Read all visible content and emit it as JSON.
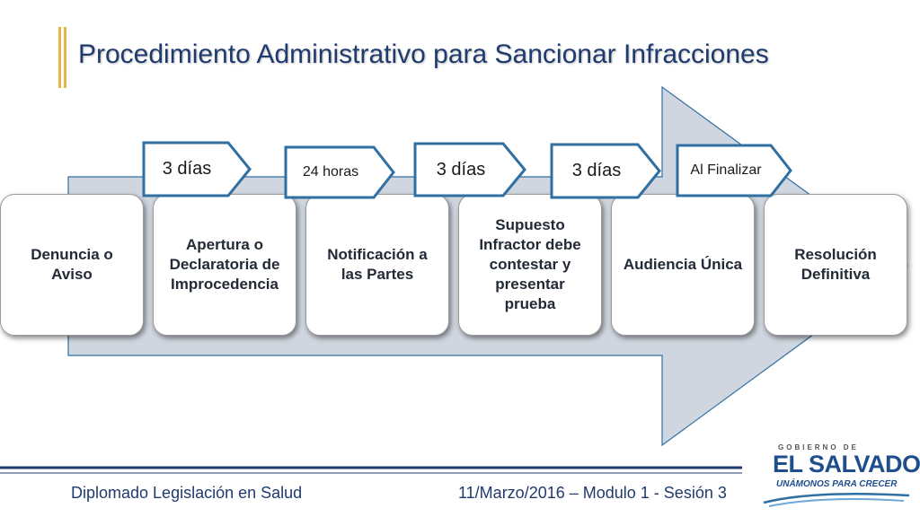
{
  "title": "Procedimiento Administrativo para Sancionar Infracciones",
  "steps": [
    "Denuncia o Aviso",
    "Apertura o Declaratoria de Improcedencia",
    "Notificación a las Partes",
    "Supuesto Infractor debe contestar y presentar prueba",
    "Audiencia Única",
    "Resolución Definitiva"
  ],
  "durations": [
    "3 días",
    "24 horas",
    "3 días",
    "3 días",
    "Al Finalizar"
  ],
  "footer": {
    "course": "Diplomado Legislación en Salud",
    "session": "11/Marzo/2016 – Modulo 1 - Sesión 3"
  },
  "logo": {
    "top": "GOBIERNO DE",
    "name": "EL SALVADOR",
    "slogan": "UNÁMONOS PARA CRECER"
  },
  "colors": {
    "title": "#1f3b6e",
    "accent_bars": "#e2b84a",
    "arrow_fill": "#d0d6df",
    "arrow_stroke": "#2f6fa1",
    "tag_border": "#2f6fa1",
    "footer_text": "#1f3b6e"
  }
}
